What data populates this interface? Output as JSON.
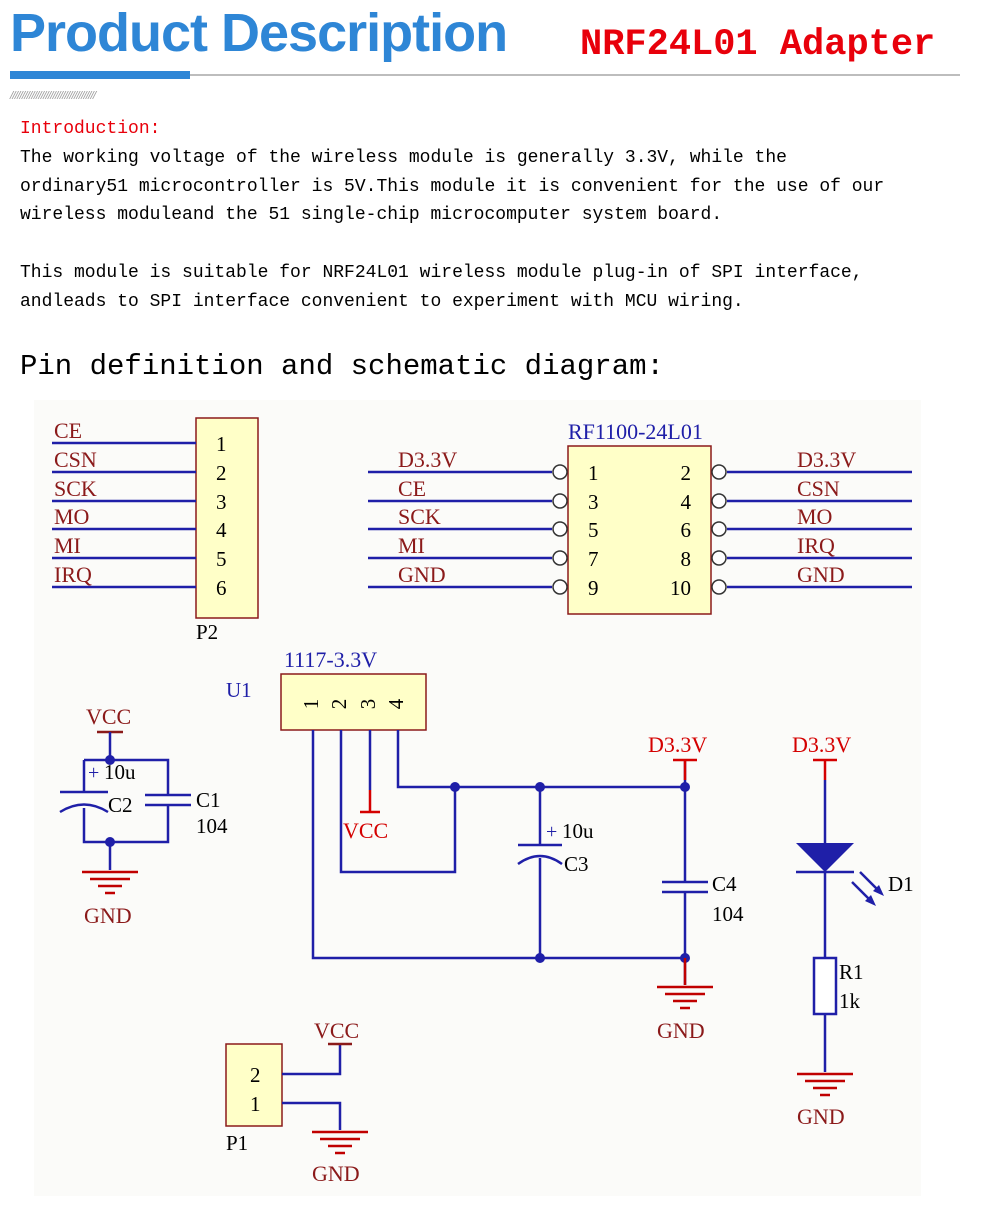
{
  "header": {
    "title": "Product Description",
    "subtitle": "NRF24L01 Adapter",
    "hatch": "////////////////////////////////////"
  },
  "intro": {
    "heading": "Introduction:",
    "lines": [
      "The working voltage of the wireless module is generally 3.3V, while the",
      "ordinary51 microcontroller is 5V.This module it is convenient for the use of our",
      "wireless moduleand the 51 single-chip microcomputer system board.",
      "This module is suitable for NRF24L01 wireless module plug-in of SPI interface,",
      "andleads to SPI interface convenient to experiment with MCU wiring."
    ]
  },
  "section_heading": "Pin definition and schematic diagram:",
  "schematic": {
    "colors": {
      "wire": "#1f1fa8",
      "label": "#8b1a1a",
      "power": "#d40000",
      "component_fill": "#ffffc8",
      "ground": "#c00000"
    },
    "p2": {
      "designator": "P2",
      "signals": [
        "CE",
        "CSN",
        "SCK",
        "MO",
        "MI",
        "IRQ"
      ],
      "pins": [
        "1",
        "2",
        "3",
        "4",
        "5",
        "6"
      ]
    },
    "rf": {
      "name": "RF1100-24L01",
      "left_signals": [
        "D3.3V",
        "CE",
        "SCK",
        "MI",
        "GND"
      ],
      "left_pins": [
        "1",
        "3",
        "5",
        "7",
        "9"
      ],
      "right_pins": [
        "2",
        "4",
        "6",
        "8",
        "10"
      ],
      "right_signals": [
        "D3.3V",
        "CSN",
        "MO",
        "IRQ",
        "GND"
      ]
    },
    "u1": {
      "designator": "U1",
      "part": "1117-3.3V",
      "pins": [
        "1",
        "2",
        "3",
        "4"
      ]
    },
    "c1": {
      "designator": "C1",
      "value": "104"
    },
    "c2": {
      "designator": "C2",
      "value": "10u",
      "polarity": "+"
    },
    "c3": {
      "designator": "C3",
      "value": "10u",
      "polarity": "+"
    },
    "c4": {
      "designator": "C4",
      "value": "104"
    },
    "d1": {
      "designator": "D1"
    },
    "r1": {
      "designator": "R1",
      "value": "1k"
    },
    "p1": {
      "designator": "P1",
      "pins": [
        "2",
        "1"
      ]
    },
    "nets": {
      "vcc": "VCC",
      "gnd": "GND",
      "d33": "D3.3V"
    }
  }
}
